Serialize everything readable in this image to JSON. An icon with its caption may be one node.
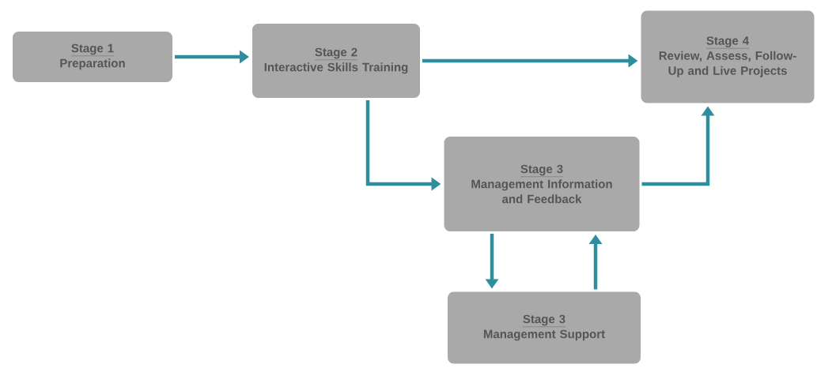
{
  "diagram": {
    "nodes": [
      {
        "text": [
          "Stage 1",
          "Preparation"
        ]
      },
      {
        "text": [
          "Stage 2",
          "Interactive Skills Training"
        ]
      },
      {
        "text": [
          "Stage 4",
          "Review, Assess, Follow-Up and Live Projects"
        ]
      },
      {
        "text": [
          "Stage 3",
          "Management Information and Feedback"
        ]
      },
      {
        "text": [
          "Stage 3",
          "Management Support"
        ]
      }
    ],
    "edges": [
      {
        "from": 0,
        "to": 1,
        "arrow": "to"
      },
      {
        "from": 1,
        "to": 2,
        "arrow": "to"
      },
      {
        "from": 1,
        "to": 3,
        "arrow": "to"
      },
      {
        "from": 3,
        "to": 2,
        "arrow": "to"
      },
      {
        "from": 3,
        "to": 4,
        "arrow": "to"
      },
      {
        "from": 4,
        "to": 3,
        "arrow": "to"
      }
    ]
  }
}
